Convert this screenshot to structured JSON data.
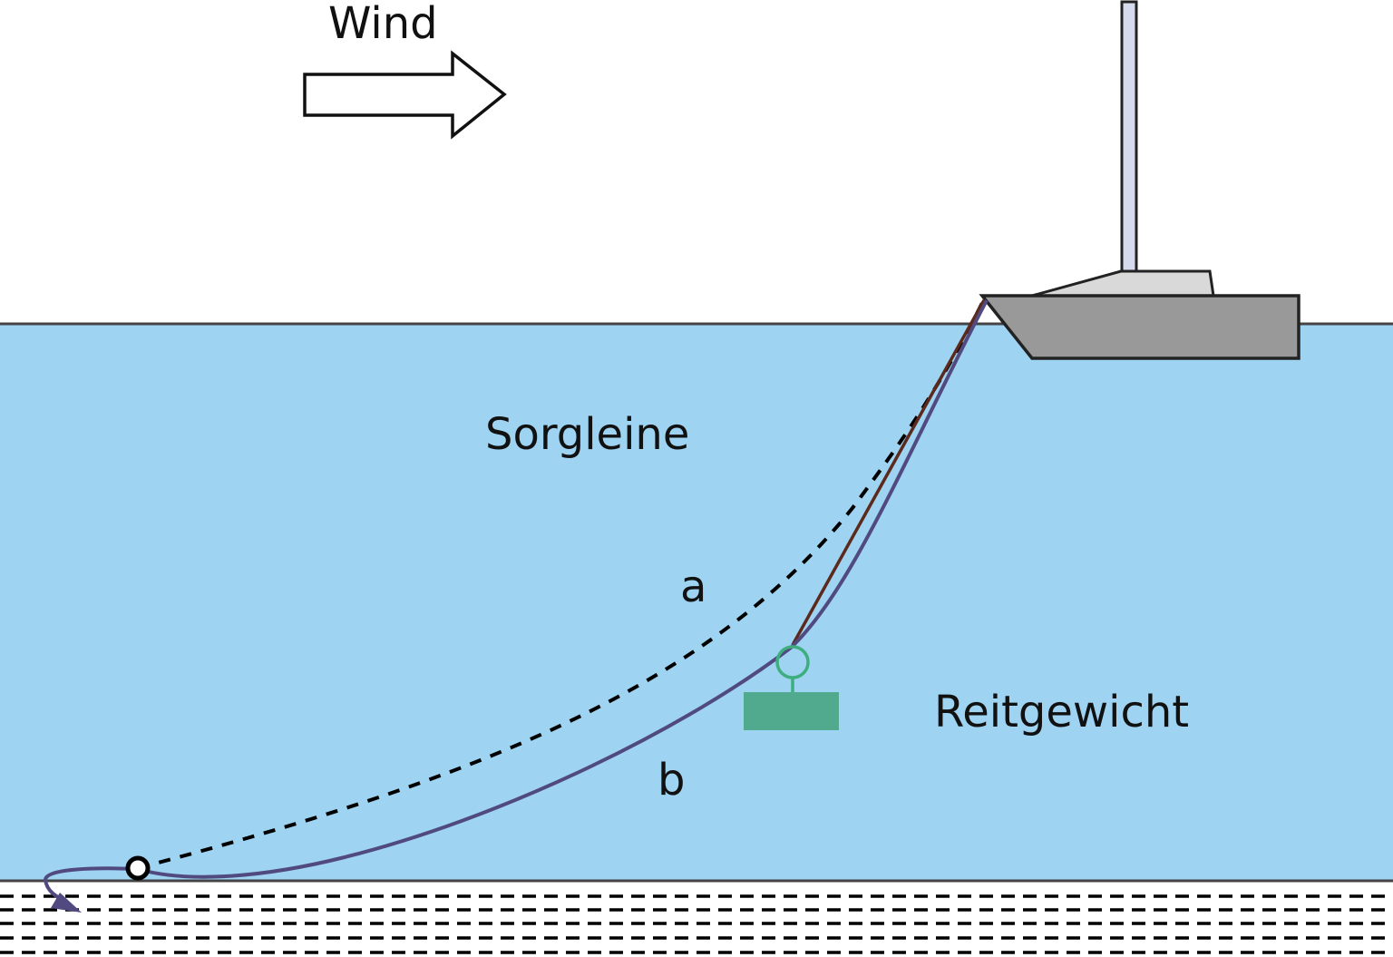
{
  "labels": {
    "wind": "Wind",
    "sorgleine": "Sorgleine",
    "a": "a",
    "b": "b",
    "reitgewicht": "Reitgewicht"
  },
  "colors": {
    "water": "#9ed3f1",
    "sky": "#ffffff",
    "seabed_dash": "#000000",
    "hull": "#999999",
    "cabin": "#d9d9d9",
    "mast": "#d5dbec",
    "rode_b": "#504a80",
    "rode_a": "#000000",
    "sorgleine_line": "#5c2a1c",
    "weight": "#52aa8e",
    "weight_ring": "#3fae7e",
    "outline": "#222222"
  },
  "icons": {
    "wind_arrow": "right-arrow-outline",
    "boat": "sailboat-side-view",
    "anchor_ring": "ring",
    "weight": "rectangle-weight"
  }
}
